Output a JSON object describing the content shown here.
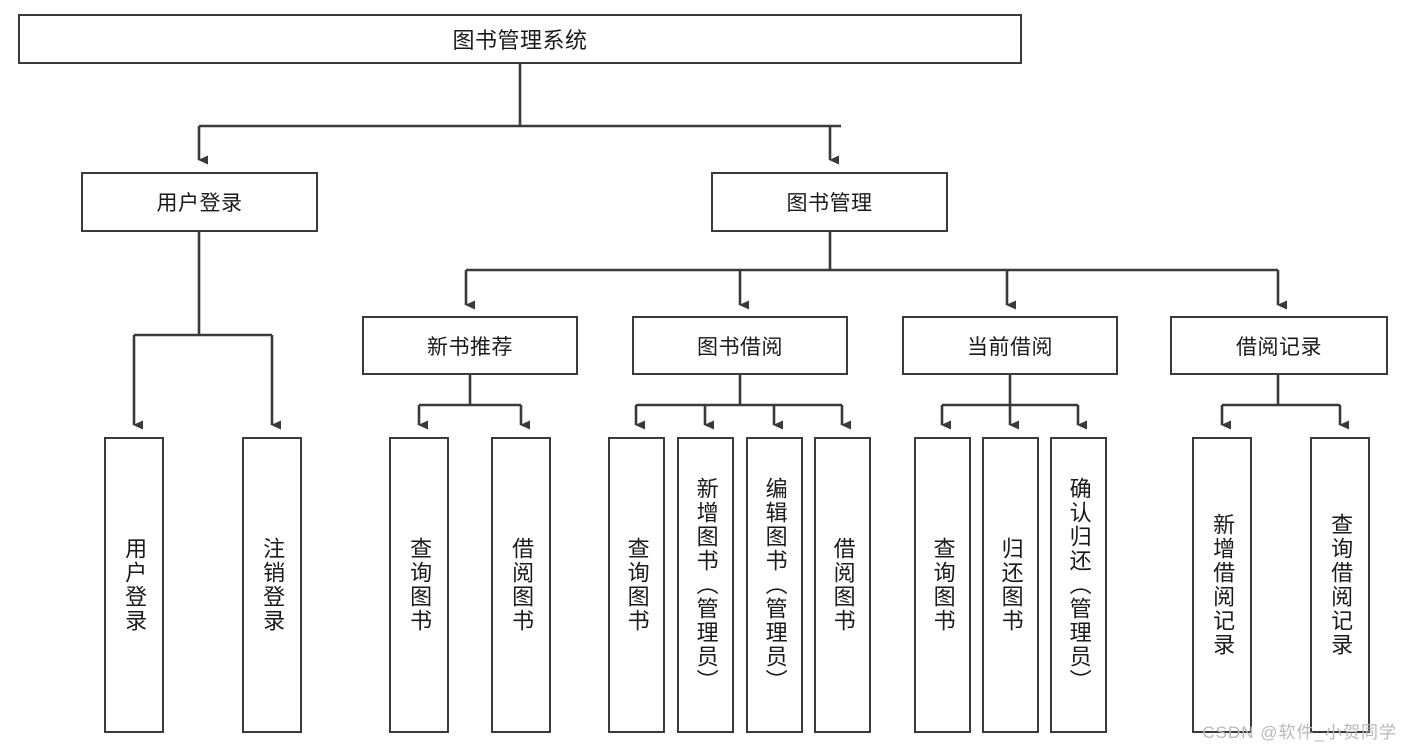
{
  "diagram": {
    "type": "tree-hierarchy",
    "title": "图书管理系统",
    "watermark": "CSDN @软件_小贺同学",
    "colors": {
      "stroke": "#3a3a3a",
      "fill": "#ffffff",
      "text": "#1a1a1a",
      "watermark": "#b9b9b9"
    },
    "root": {
      "label": "图书管理系统"
    },
    "level2": [
      {
        "label": "用户登录"
      },
      {
        "label": "图书管理"
      }
    ],
    "level3": [
      {
        "label": "新书推荐"
      },
      {
        "label": "图书借阅"
      },
      {
        "label": "当前借阅"
      },
      {
        "label": "借阅记录"
      }
    ],
    "leaves": {
      "user_login": [
        {
          "label": "用户登录"
        },
        {
          "label": "注销登录"
        }
      ],
      "new_book_recommend": [
        {
          "label": "查询图书"
        },
        {
          "label": "借阅图书"
        }
      ],
      "book_borrow": [
        {
          "label": "查询图书"
        },
        {
          "label": "新增图书（管理员）"
        },
        {
          "label": "编辑图书（管理员）"
        },
        {
          "label": "借阅图书"
        }
      ],
      "current_borrow": [
        {
          "label": "查询图书"
        },
        {
          "label": "归还图书"
        },
        {
          "label": "确认归还（管理员）"
        }
      ],
      "borrow_record": [
        {
          "label": "新增借阅记录"
        },
        {
          "label": "查询借阅记录"
        }
      ]
    }
  }
}
